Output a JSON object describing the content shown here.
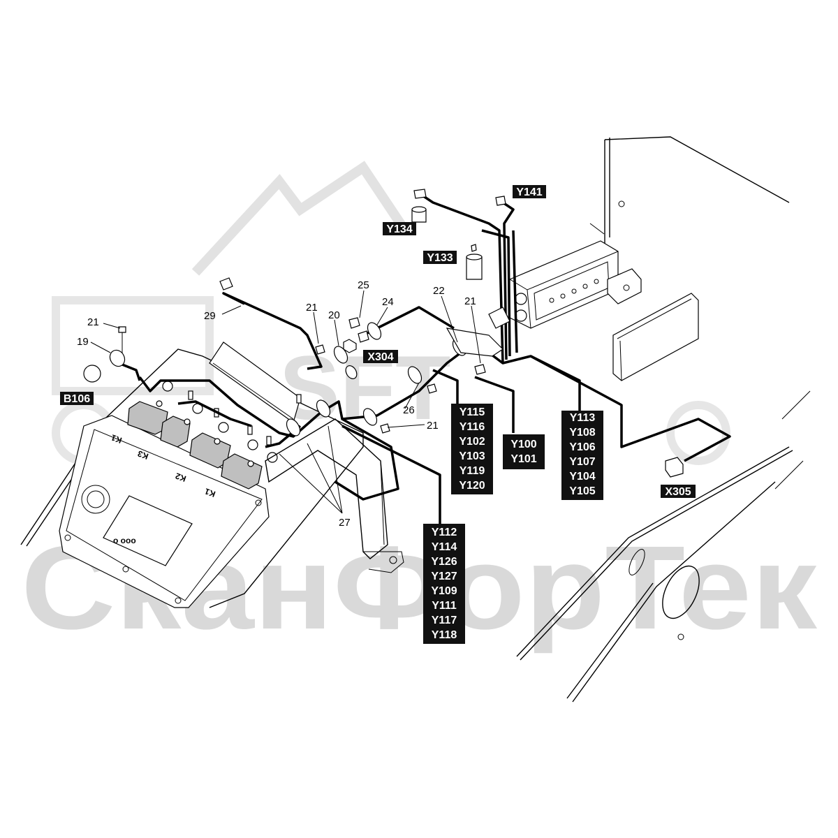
{
  "watermark": {
    "logo_text": "SFT",
    "brand_text": "СканФорТек"
  },
  "relay_labels": [
    "K1",
    "K3",
    "K2",
    "K1"
  ],
  "part_numbers": {
    "n21a": "21",
    "n19": "19",
    "n29": "29",
    "n21b": "21",
    "n20": "20",
    "n25": "25",
    "n24": "24",
    "n22": "22",
    "n21c": "21",
    "n26": "26",
    "n21d": "21",
    "n27": "27"
  },
  "connector_tags": {
    "b106": "B106",
    "x304": "X304",
    "y134": "Y134",
    "y133": "Y133",
    "y141": "Y141",
    "x305": "X305"
  },
  "tag_stacks": {
    "group1": [
      "Y115",
      "Y116",
      "Y102",
      "Y103",
      "Y119",
      "Y120"
    ],
    "group2": [
      "Y100",
      "Y101"
    ],
    "group3": [
      "Y113",
      "Y108",
      "Y106",
      "Y107",
      "Y104",
      "Y105"
    ],
    "group4": [
      "Y112",
      "Y114",
      "Y126",
      "Y127",
      "Y109",
      "Y111",
      "Y117",
      "Y118"
    ]
  }
}
